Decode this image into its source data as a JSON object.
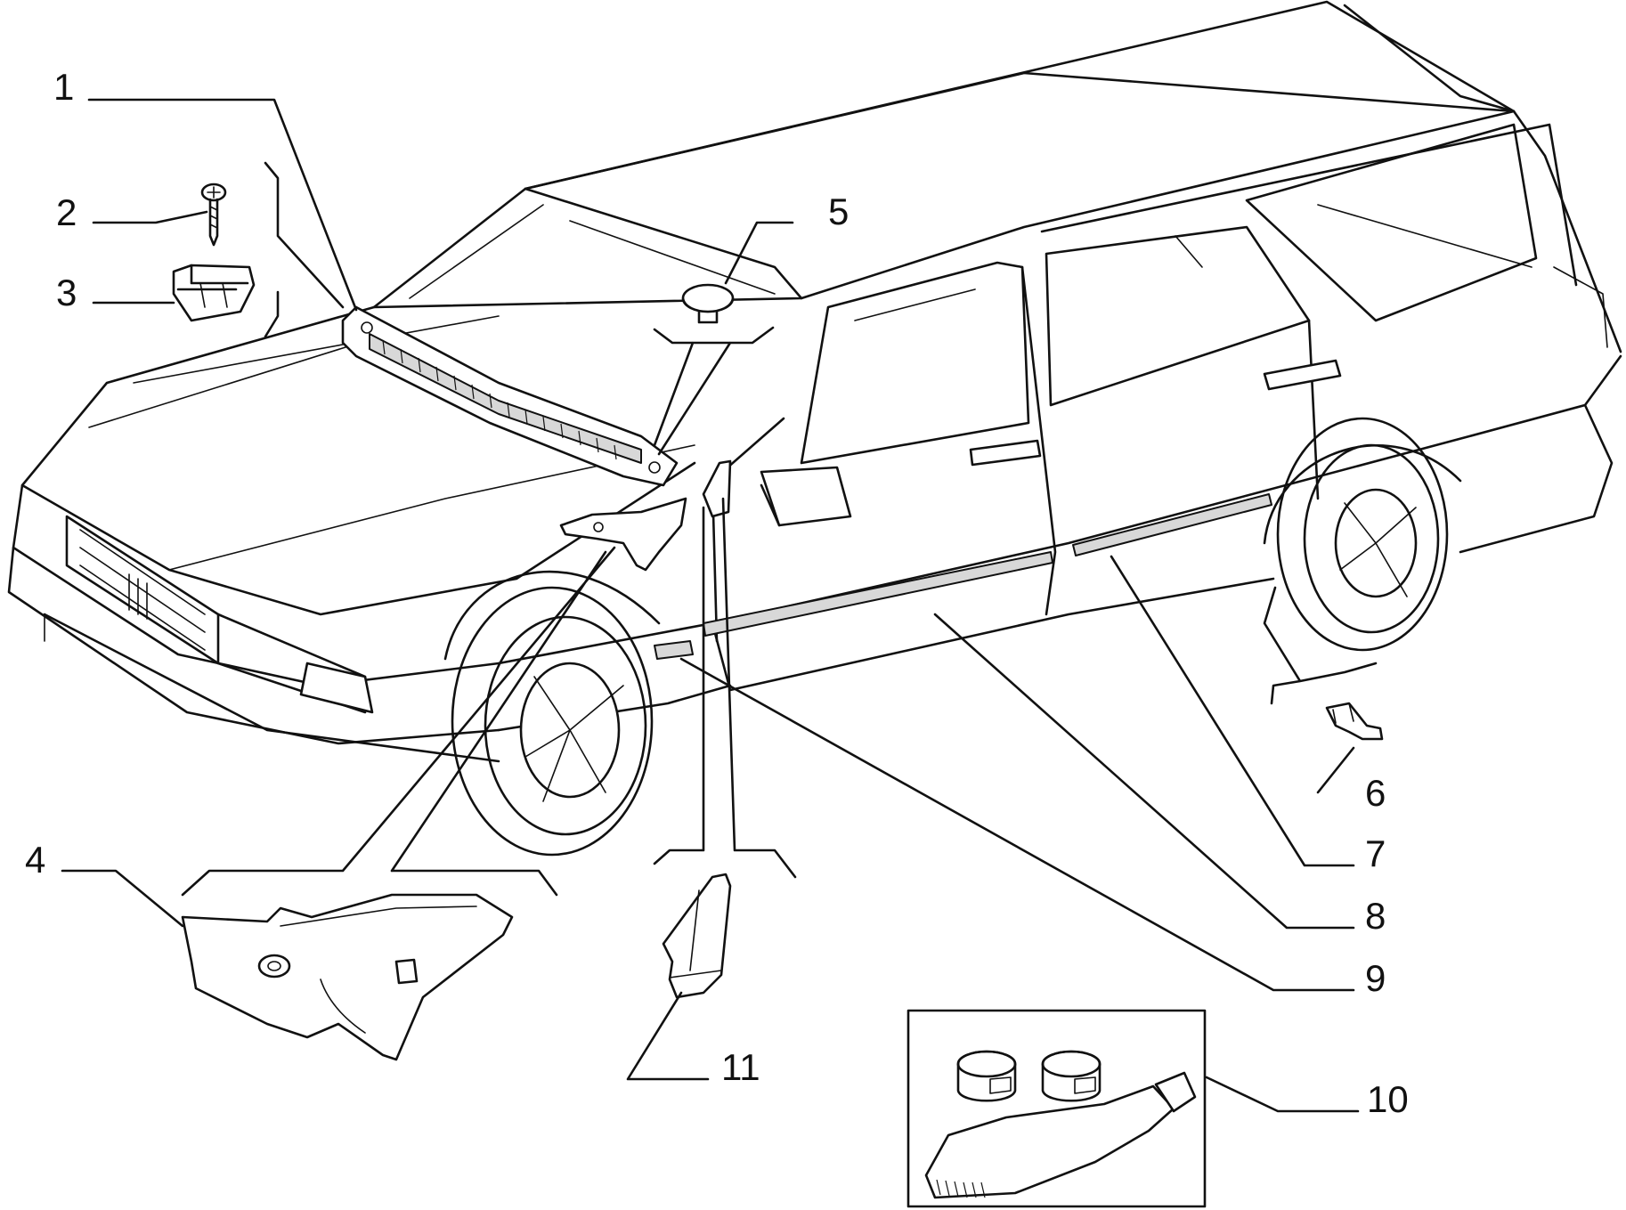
{
  "callouts": [
    {
      "id": "1",
      "label": "1"
    },
    {
      "id": "2",
      "label": "2"
    },
    {
      "id": "3",
      "label": "3"
    },
    {
      "id": "4",
      "label": "4"
    },
    {
      "id": "5",
      "label": "5"
    },
    {
      "id": "6",
      "label": "6"
    },
    {
      "id": "7",
      "label": "7"
    },
    {
      "id": "8",
      "label": "8"
    },
    {
      "id": "9",
      "label": "9"
    },
    {
      "id": "10",
      "label": "10"
    },
    {
      "id": "11",
      "label": "11"
    }
  ],
  "colors": {
    "ink": "#111111",
    "background": "#ffffff",
    "shade": "#d8d8d8"
  }
}
